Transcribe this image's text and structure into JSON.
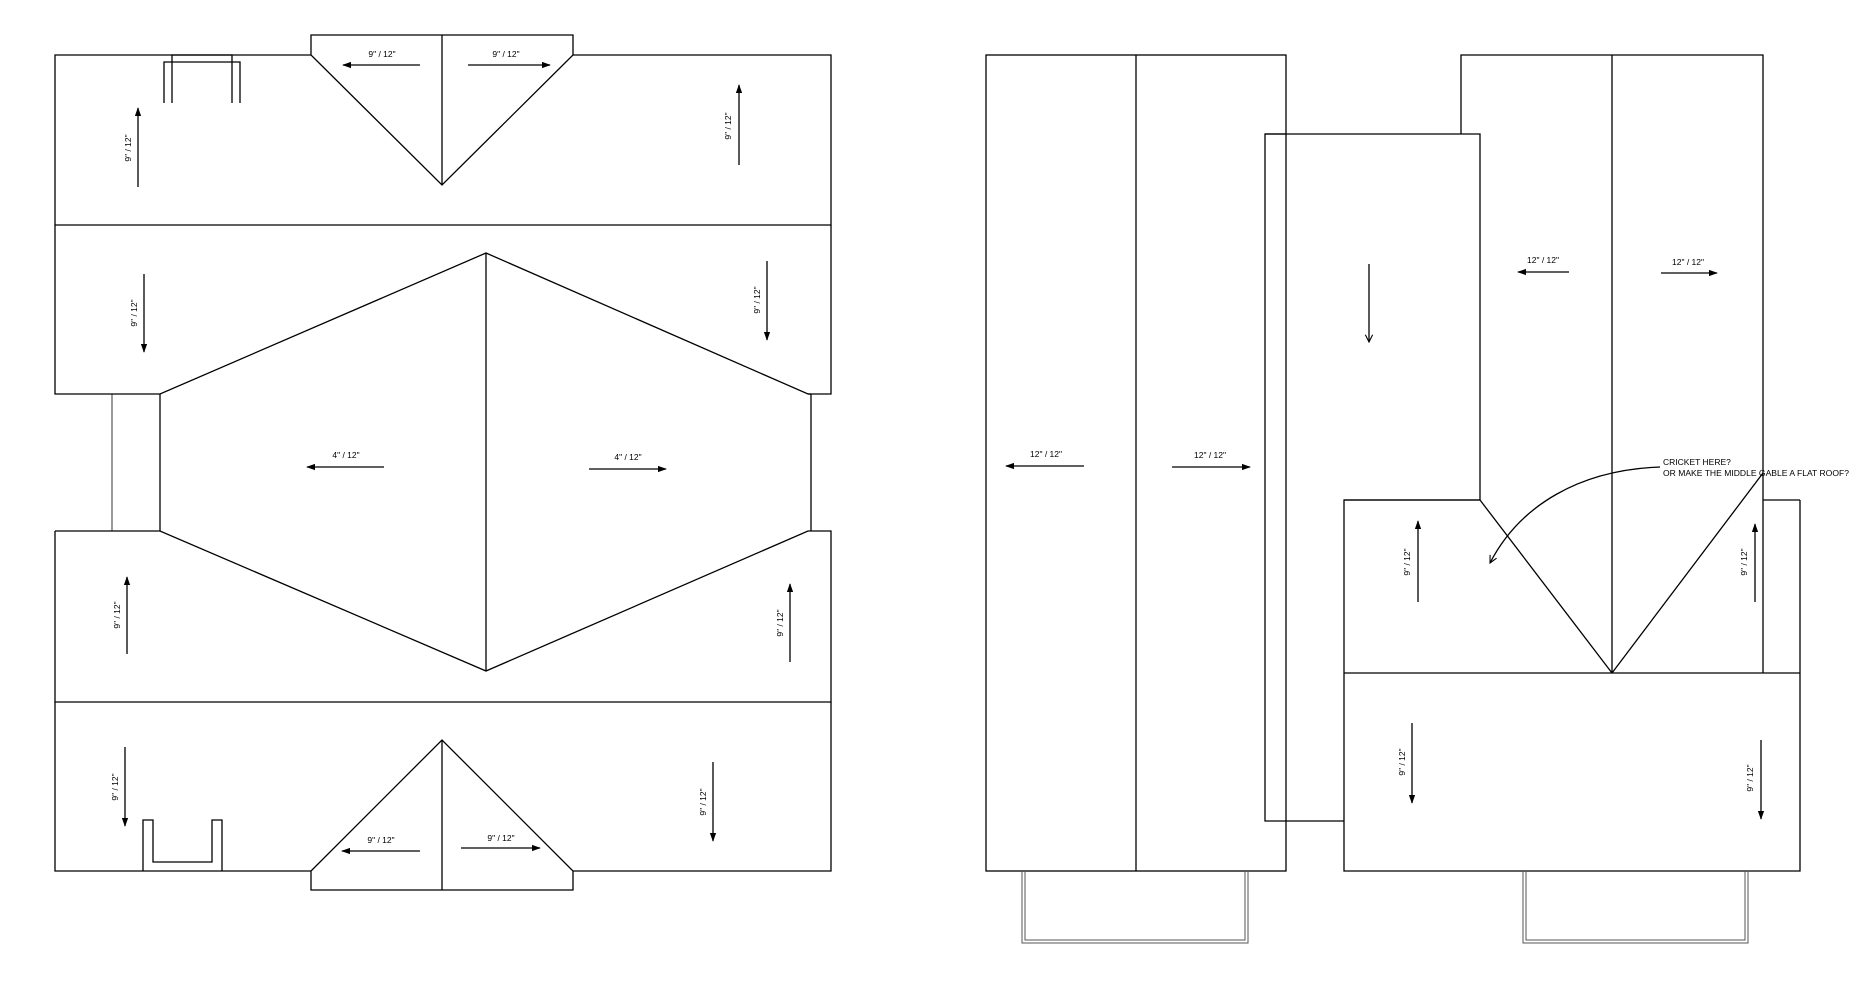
{
  "left_plan": {
    "pitch_labels": {
      "top_gable_left": "9\" / 12\"",
      "top_gable_right": "9\" / 12\"",
      "top_left": "9\" / 12\"",
      "top_right": "9\" / 12\"",
      "upper_mid_left": "9\" / 12\"",
      "upper_mid_right": "9\" / 12\"",
      "center_left": "4\" / 12\"",
      "center_right": "4\" / 12\"",
      "lower_mid_left": "9\" / 12\"",
      "lower_mid_right": "9\" / 12\"",
      "bottom_left": "9\" / 12\"",
      "bottom_right": "9\" / 12\"",
      "bottom_gable_left": "9\" / 12\"",
      "bottom_gable_right": "9\" / 12\""
    }
  },
  "right_plan": {
    "pitch_labels": {
      "left_block_left": "12\" / 12\"",
      "left_block_right": "12\" / 12\"",
      "right_upper_left": "12\" / 12\"",
      "right_upper_right": "12\" / 12\"",
      "cricket_area_left": "9\" / 12\"",
      "cricket_area_right": "9\" / 12\"",
      "bottom_left": "9\" / 12\"",
      "bottom_right": "9\" / 12\""
    },
    "note_line1": "CRICKET HERE?",
    "note_line2": "OR MAKE THE MIDDLE GABLE A FLAT ROOF?"
  }
}
